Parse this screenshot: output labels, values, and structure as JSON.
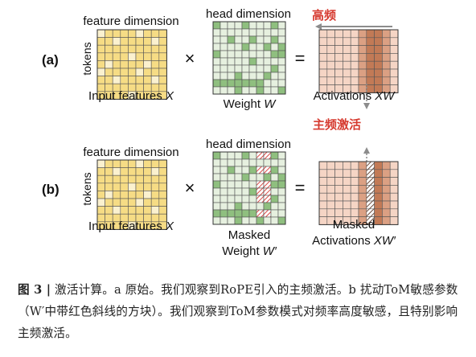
{
  "colors": {
    "feature_fill": "#f6dc85",
    "feature_light": "#fbf1cf",
    "weight_fill": "#8fbf7f",
    "weight_light": "#e6f0df",
    "weight_grid_bg": "#f0f5ec",
    "activation_base": "#f5d5c5",
    "activation_dark": "#c27a56",
    "activation_mid": "#dba083",
    "hatch": "#d84b46",
    "red_label": "#d63a2f",
    "arrow_gray": "#8c8c8c",
    "grid_line": "#555555"
  },
  "panel_a": {
    "label": "(a)",
    "features_top": "feature dimension",
    "tokens": "tokens",
    "features_caption_text": "Input features ",
    "features_caption_var": "X",
    "times": "×",
    "head_dimension": "head dimension",
    "weight_caption_text": "Weight ",
    "weight_caption_var": "W",
    "equals": "=",
    "high_freq": "高频",
    "activations_caption_text": "Activations ",
    "activations_caption_var": "XW"
  },
  "middle_label": "主频激活",
  "panel_b": {
    "label": "(b)",
    "features_top": "feature dimension",
    "tokens": "tokens",
    "features_caption_text": "Input features ",
    "features_caption_var": "X",
    "times": "×",
    "head_dimension": "head dimension",
    "weight_caption_line1": "Masked",
    "weight_caption_text": "Weight ",
    "weight_caption_var": "W′",
    "equals": "=",
    "activations_caption_line1": "Masked",
    "activations_caption_text": "Activations ",
    "activations_caption_var": "XW′"
  },
  "caption": {
    "figure_label": "图 3 |",
    "text": " 激活计算。a 原始。我们观察到RoPE引入的主频激活。b 扰动ToM敏感参数（W′中带红色斜线的方块）。我们观察到ToM参数模式对频率高度敏感，且特别影响主频激活。"
  }
}
